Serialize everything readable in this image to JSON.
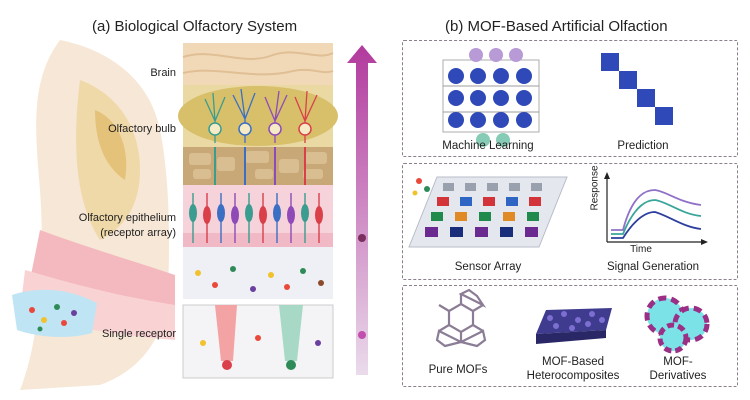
{
  "left_panel": {
    "title": "(a) Biological Olfactory System",
    "labels": {
      "brain": "Brain",
      "olfactory_bulb": "Olfactory bulb",
      "epithelium_line1": "Olfactory epithelium",
      "epithelium_line2": "(receptor array)",
      "single_receptor": "Single receptor"
    },
    "colors": {
      "brain": "#f1d9b8",
      "bulb": "#d8bf6a",
      "tissue": "#c9a877",
      "epithelium": "#f3c9d2",
      "mucus": "#e8eaf2",
      "arrow_top": "#b23a9d",
      "arrow_bottom": "#e9d3ea"
    }
  },
  "right_panel": {
    "title": "(b) MOF-Based Artificial Olfaction",
    "section1": {
      "machine_learning": "Machine Learning",
      "prediction": "Prediction"
    },
    "section2": {
      "sensor_array": "Sensor Array",
      "signal_generation": "Signal Generation",
      "y_axis": "Response",
      "x_axis": "Time"
    },
    "section3": {
      "pure_mofs": "Pure MOFs",
      "heterocomposites_line1": "MOF-Based",
      "heterocomposites_line2": "Heterocomposites",
      "derivatives_line1": "MOF-",
      "derivatives_line2": "Derivatives"
    },
    "colors": {
      "node_purple": "#b79ad6",
      "node_blue": "#2f4ab8",
      "node_teal": "#86cbb5",
      "prediction": "#2f4ab8",
      "curve_purple": "#8f72c8",
      "curve_teal": "#3aa59a",
      "curve_blue": "#2d3f9e",
      "derivative_shell": "#7be3e8",
      "derivative_core": "#9b2f86"
    }
  }
}
